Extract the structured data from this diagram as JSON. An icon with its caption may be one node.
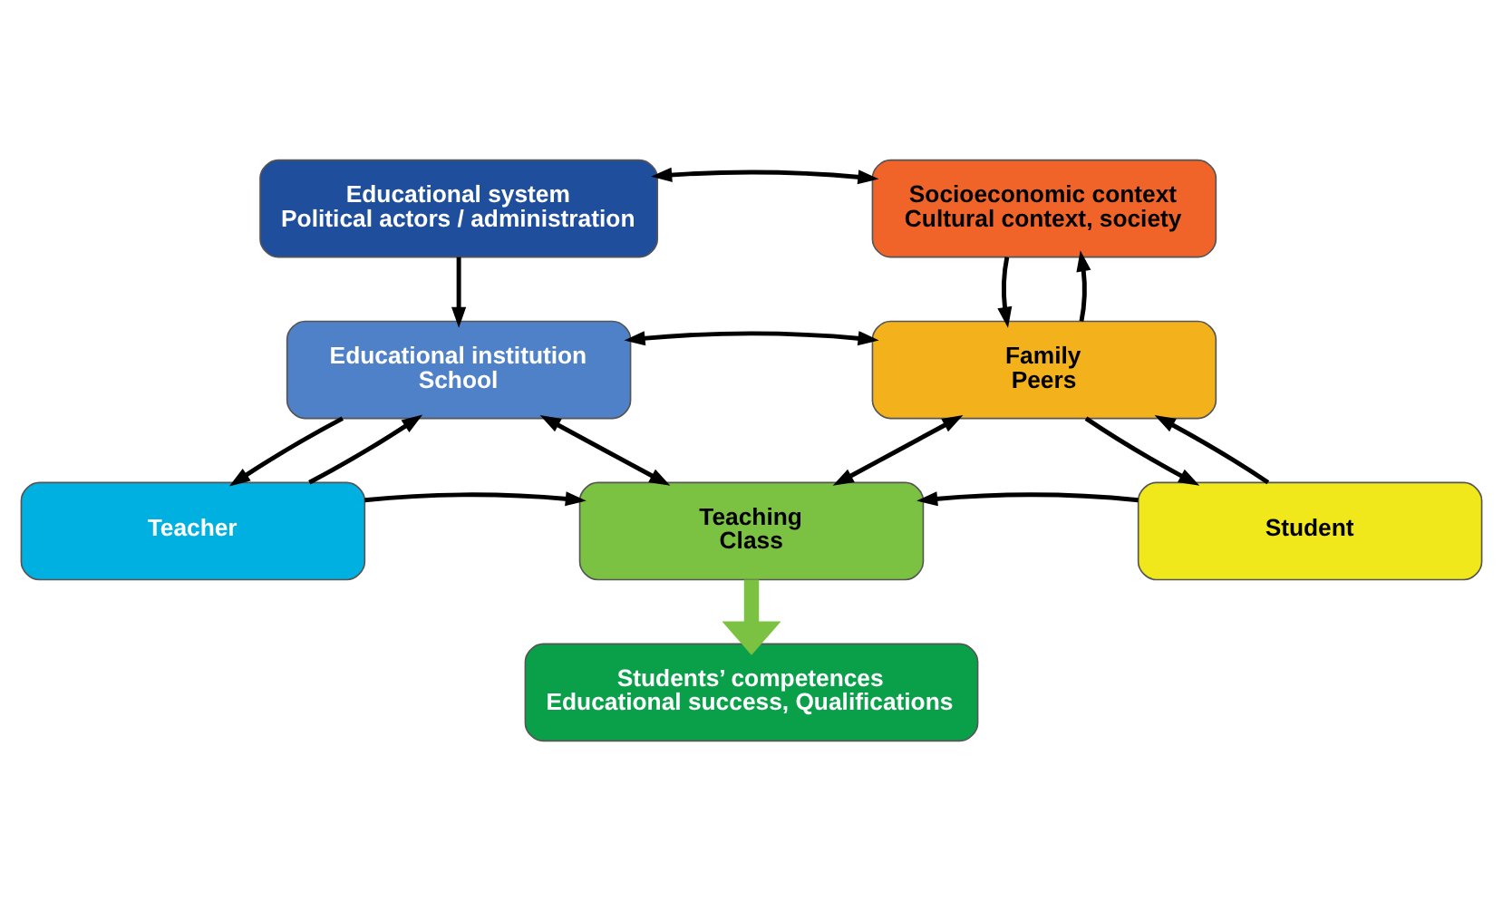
{
  "diagram": {
    "nodes": [
      {
        "text": [
          "Educational system",
          "Political actors / administration"
        ]
      },
      {
        "text": [
          "Socioeconomic context",
          "Cultural context, society"
        ]
      },
      {
        "text": [
          "Educational institution",
          "School"
        ]
      },
      {
        "text": [
          "Family",
          "Peers"
        ]
      },
      {
        "text": [
          "Teacher"
        ]
      },
      {
        "text": [
          "Teaching",
          "Class"
        ]
      },
      {
        "text": [
          "Student"
        ]
      },
      {
        "text": [
          "Students’ competences",
          "Educational success, Qualifications"
        ]
      }
    ],
    "edges": [
      {
        "from": 0,
        "to": 1,
        "arrow": "both"
      },
      {
        "from": 0,
        "to": 2,
        "arrow": "to"
      },
      {
        "from": 3,
        "to": 1,
        "arrow": "to"
      },
      {
        "from": 1,
        "to": 3,
        "arrow": "to"
      },
      {
        "from": 2,
        "to": 3,
        "arrow": "both"
      },
      {
        "from": 4,
        "to": 2,
        "arrow": "to"
      },
      {
        "from": 2,
        "to": 4,
        "arrow": "to"
      },
      {
        "from": 2,
        "to": 5,
        "arrow": "both"
      },
      {
        "from": 3,
        "to": 5,
        "arrow": "both"
      },
      {
        "from": 6,
        "to": 3,
        "arrow": "to"
      },
      {
        "from": 3,
        "to": 6,
        "arrow": "to"
      },
      {
        "from": 4,
        "to": 5,
        "arrow": "to"
      },
      {
        "from": 6,
        "to": 5,
        "arrow": "to"
      },
      {
        "from": 5,
        "to": 7,
        "arrow": "to",
        "style": "thick",
        "color": "#7cc242"
      }
    ]
  }
}
